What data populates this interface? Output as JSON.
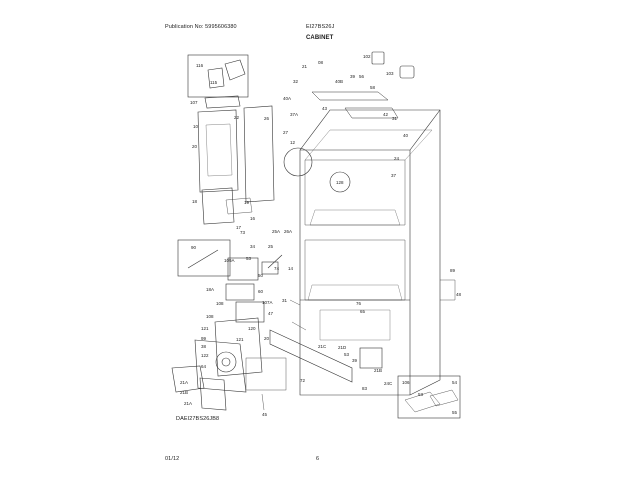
{
  "header": {
    "publication": "Publication No: 5995606380",
    "model": "EI27BS26J",
    "section": "CABINET"
  },
  "footer": {
    "date": "01/12",
    "page": "6"
  },
  "drawing_code": "DAEI27BS26JB8",
  "callouts": {
    "c116": "116",
    "c115": "115",
    "c102": "102",
    "c103": "103",
    "c21a": "21",
    "c08a": "08",
    "c32": "32",
    "c40b": "40B",
    "c39": "39",
    "c56a": "56",
    "c58": "58",
    "c40a": "40A",
    "c43": "43",
    "c42": "42",
    "c31": "31",
    "c40": "40",
    "c37a": "37A",
    "c27": "27",
    "c24": "24",
    "c12a": "12",
    "c107": "107",
    "c10": "10",
    "c22": "22",
    "c20": "20",
    "c26": "26",
    "c19": "19",
    "c18": "18",
    "c16": "16",
    "c17": "17",
    "c128": "128",
    "c37": "37",
    "c90": "90",
    "c73": "73",
    "c25a": "25A",
    "c26a": "26A",
    "c34": "34",
    "c109a": "109A",
    "c53": "53",
    "c25": "25",
    "c74": "74",
    "c14": "14",
    "c89": "89",
    "c48": "48",
    "c18a": "18A",
    "c50": "50",
    "c60": "60",
    "c108": "108",
    "c107a": "107A",
    "c31b": "31",
    "c47": "47",
    "c76": "76",
    "c65": "65",
    "c108b": "108",
    "c121": "121",
    "c120": "120",
    "c99": "99",
    "c38": "38",
    "c122": "122",
    "c64": "64",
    "c121b": "121",
    "c20b": "20",
    "c21c": "21C",
    "c72": "72",
    "c21a2": "21A",
    "c21a3": "21A",
    "c21b": "21B",
    "c45": "45",
    "c53b": "53",
    "c39b": "39",
    "c83": "83",
    "c24c": "24C",
    "c106": "106",
    "c54": "54",
    "c53c": "53",
    "c55": "55",
    "c21b2": "21B",
    "c21d": "21D"
  }
}
